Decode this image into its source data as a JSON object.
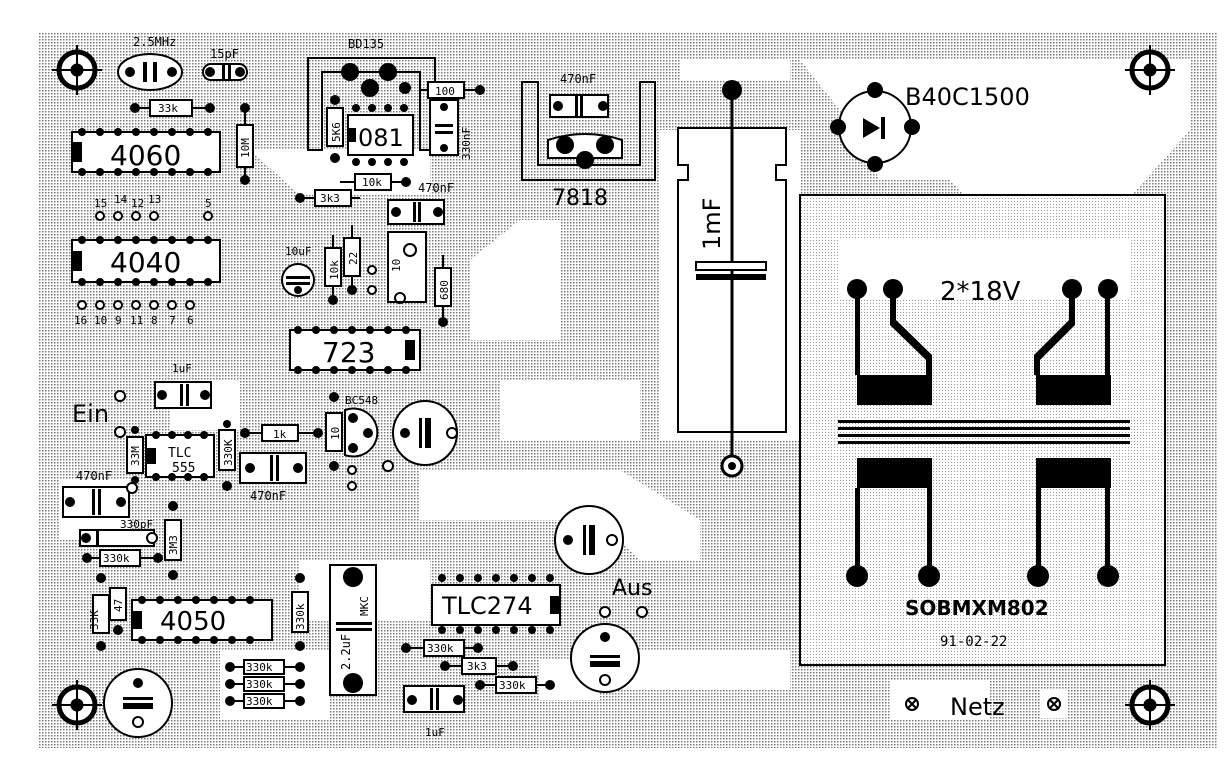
{
  "ic": {
    "u4060": "4060",
    "u4040": "4040",
    "u723": "723",
    "u081": "081",
    "u555a": "TLC",
    "u555b": "555",
    "u4050": "4050",
    "utlc274": "TLC274"
  },
  "components": {
    "crystal": "2.5MHz",
    "cap15p": "15pF",
    "r33k_top": "33k",
    "r10m": "10M",
    "bd135": "BD135",
    "r5k6": "5K6",
    "r100": "100",
    "c330n_top": "330nF",
    "c470n_top": "470nF",
    "reg7818": "7818",
    "r10k_a": "10k",
    "r3k3_a": "3k3",
    "c470n_mid": "470nF",
    "c10u": "10uF",
    "r10k_b": "10k",
    "r22": "22",
    "r680": "680",
    "r10": "10",
    "c1mf": "1mF",
    "bridge": "B40C1500",
    "xfmr_v": "2*18V",
    "c1u_a": "1uF",
    "r1k": "1k",
    "r1_0": "10",
    "bc548": "BC548",
    "r33m": "33M",
    "r330k_555": "330K",
    "c470n_low": "470nF",
    "c470n_left": "470nF",
    "c330p": "330pF",
    "r3m3": "3M3",
    "r330k_a": "330k",
    "r33k_low": "33K",
    "r47": "47",
    "r330k_v": "330k",
    "c2u2": "2.2uF",
    "mkc": "MKC",
    "r330k_b": "330k",
    "r330k_c": "330k",
    "r330k_d": "330k",
    "r330k_e": "330k",
    "r3k3_b": "3k3",
    "r330k_f": "330k",
    "c1u_b": "1uF",
    "ein": "Ein",
    "aus": "Aus",
    "netz": "Netz",
    "xfmr_code": "SOBMXM802",
    "date": "91-02-22"
  },
  "pins4060": [
    "15",
    "14",
    "12",
    "13",
    "5"
  ],
  "pins4040": [
    "16",
    "10",
    "9",
    "11",
    "8",
    "7",
    "6"
  ]
}
